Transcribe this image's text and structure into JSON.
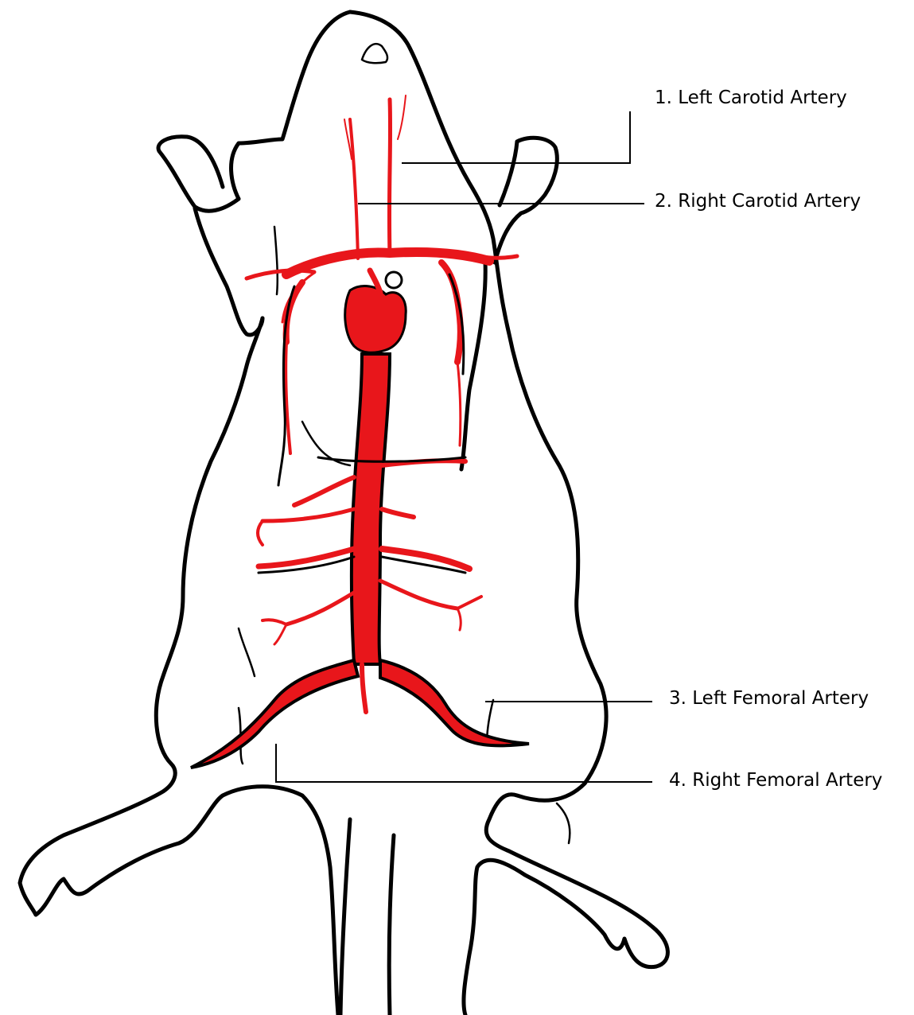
{
  "labels": [
    {
      "id": "left-carotid",
      "text": "1. Left Carotid Artery"
    },
    {
      "id": "right-carotid",
      "text": "2. Right Carotid Artery"
    },
    {
      "id": "left-femoral",
      "text": "3. Left Femoral Artery"
    },
    {
      "id": "right-femoral",
      "text": "4. Right Femoral Artery"
    }
  ],
  "colors": {
    "artery": "#e8161b",
    "outline": "#000000",
    "background": "#ffffff"
  }
}
